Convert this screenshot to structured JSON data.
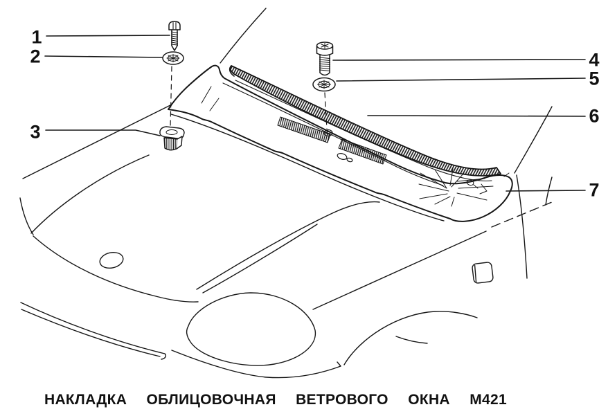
{
  "diagram": {
    "caption": {
      "words": [
        "НАКЛАДКА",
        "ОБЛИЦОВОЧНАЯ",
        "ВЕТРОВОГО",
        "ОКНА",
        "М421"
      ]
    },
    "callouts": [
      {
        "num": "1"
      },
      {
        "num": "2"
      },
      {
        "num": "3"
      },
      {
        "num": "4"
      },
      {
        "num": "5"
      },
      {
        "num": "6"
      },
      {
        "num": "7"
      }
    ],
    "colors": {
      "line": "#161616",
      "background": "#ffffff"
    }
  }
}
